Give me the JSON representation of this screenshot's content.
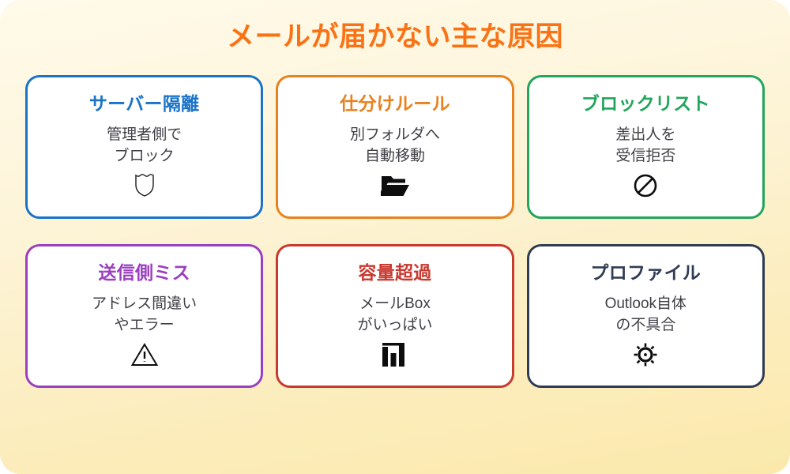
{
  "title": "メールが届かない主な原因",
  "title_color": "#f97316",
  "background": {
    "top_color": "#fffaea",
    "bottom_color": "#fbe9ab"
  },
  "cards": [
    {
      "title": "サーバー隔離",
      "color": "#1a73c8",
      "body_line1": "管理者側で",
      "body_line2": "ブロック",
      "icon": "shield-icon"
    },
    {
      "title": "仕分けルール",
      "color": "#e8821e",
      "body_line1": "別フォルダへ",
      "body_line2": "自動移動",
      "icon": "open-folder-icon"
    },
    {
      "title": "ブロックリスト",
      "color": "#22a55c",
      "body_line1": "差出人を",
      "body_line2": "受信拒否",
      "icon": "prohibited-icon"
    },
    {
      "title": "送信側ミス",
      "color": "#9b3fc0",
      "body_line1": "アドレス間違い",
      "body_line2": "やエラー",
      "icon": "warning-triangle-icon"
    },
    {
      "title": "容量超過",
      "color": "#c8392f",
      "body_line1": "メールBox",
      "body_line2": "がいっぱい",
      "icon": "bar-chart-icon"
    },
    {
      "title": "プロファイル",
      "color": "#303c53",
      "body_line1": "Outlook自体",
      "body_line2": "の不具合",
      "icon": "gear-icon"
    }
  ]
}
